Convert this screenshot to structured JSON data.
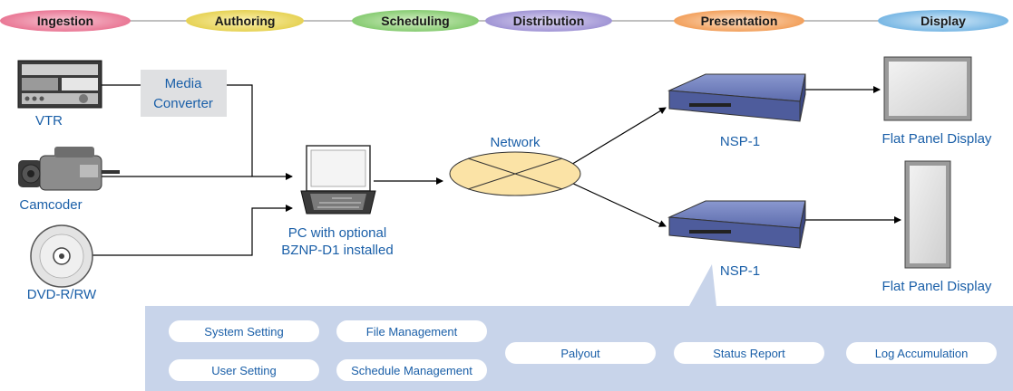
{
  "stages": [
    "Ingestion",
    "Authoring",
    "Scheduling",
    "Distribution",
    "Presentation",
    "Display"
  ],
  "labels": {
    "vtr": "VTR",
    "camcoder": "Camcoder",
    "dvd": "DVD-R/RW",
    "media_converter_line1": "Media",
    "media_converter_line2": "Converter",
    "pc_line1": "PC with optional",
    "pc_line2": "BZNP-D1 installed",
    "network": "Network",
    "nsp_top": "NSP-1",
    "nsp_bottom": "NSP-1",
    "flat_panel_top": "Flat Panel Display",
    "flat_panel_bottom": "Flat Panel Display"
  },
  "functions": {
    "system_setting": "System Setting",
    "file_management": "File Management",
    "user_setting": "User Setting",
    "schedule_management": "Schedule Management",
    "palyout": "Palyout",
    "status_report": "Status Report",
    "log_accumulation": "Log Accumulation"
  }
}
